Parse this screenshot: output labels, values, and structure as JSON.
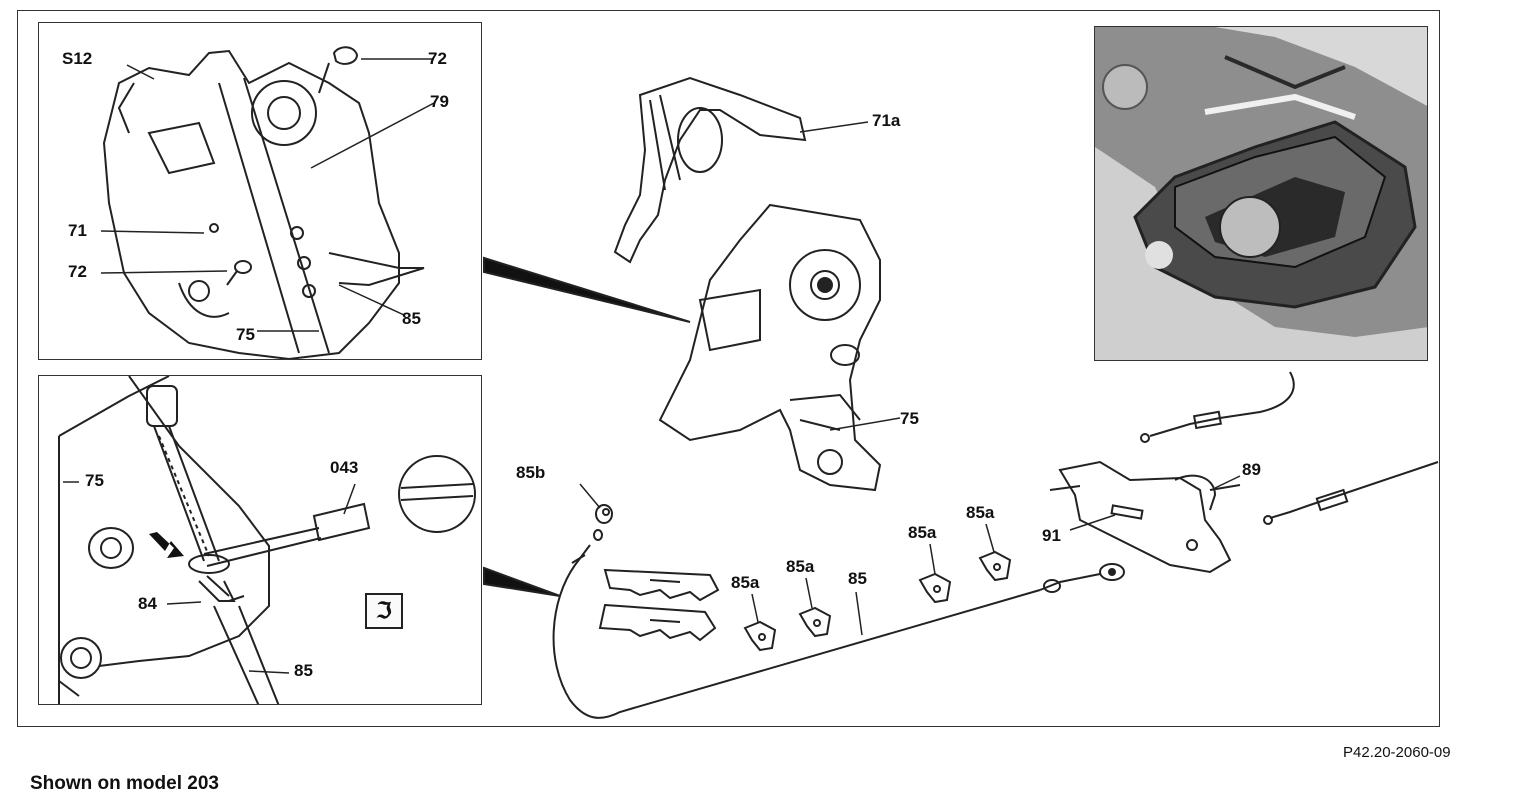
{
  "labels": {
    "s12": "S12",
    "i1_72a": "72",
    "i1_79": "79",
    "i1_71": "71",
    "i1_72b": "72",
    "i1_85": "85",
    "i1_75": "75",
    "i2_75": "75",
    "i2_043": "043",
    "i2_84": "84",
    "i2_85": "85",
    "m_71a": "71a",
    "m_75": "75",
    "m_85b": "85b",
    "m_85a_1": "85a",
    "m_85a_2": "85a",
    "m_85a_3": "85a",
    "m_85a_4": "85a",
    "m_85": "85",
    "m_89": "89",
    "m_91": "91"
  },
  "reference_code": "P42.20-2060-09",
  "caption": "Shown on model 203",
  "tool_symbol": "ℑ",
  "colors": {
    "line": "#222222",
    "photo_bg": "#9a9a9a"
  }
}
